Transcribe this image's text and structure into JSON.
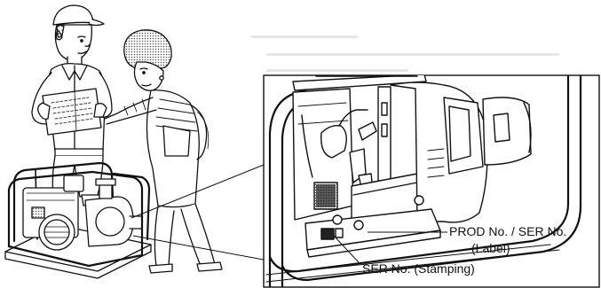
{
  "labels": {
    "prod_ser_no": "PROD No. / SER No.",
    "label_note": "(Label)",
    "ser_no_stamping": "SER No. (Stamping)"
  },
  "colors": {
    "ink": "#111111",
    "background": "#ffffff",
    "halftone": "#b5b5b5",
    "bleed_through": "#e6e6e6"
  },
  "illustration": {
    "figures": [
      "technician-with-cap-holding-manual",
      "woman-in-overalls-pointing"
    ],
    "equipment": "engine-water-pump-on-frame",
    "callout": "magnified-view-of-pump-body"
  }
}
